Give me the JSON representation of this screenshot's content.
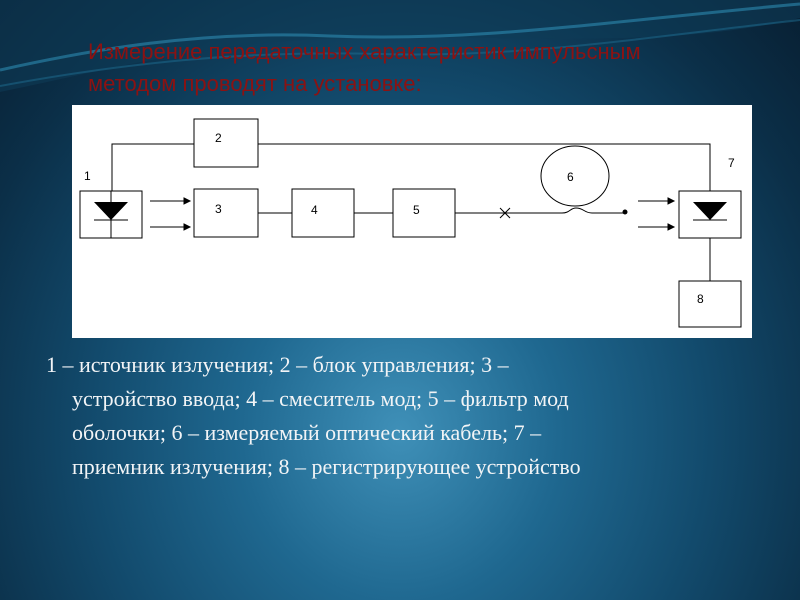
{
  "slide": {
    "title_lines": [
      "Измерение передаточных характеристик импульсным",
      "методом проводят на установке:"
    ],
    "diagram": {
      "labels": {
        "n1": "1",
        "n2": "2",
        "n3": "3",
        "n4": "4",
        "n5": "5",
        "n6": "6",
        "n7": "7",
        "n8": "8"
      }
    },
    "legend_lines": [
      "1 – источник излучения; 2 – блок управления; 3 –",
      "устройство ввода; 4 – смеситель мод; 5 – фильтр мод",
      "оболочки; 6 – измеряемый оптический кабель; 7 –",
      "приемник излучения; 8 – регистрирующее устройство"
    ]
  },
  "colors": {
    "title": "#8c1212",
    "legend_text": "#f2f4f6",
    "background_center": "#3f90b8",
    "background_edge": "#081f32"
  }
}
